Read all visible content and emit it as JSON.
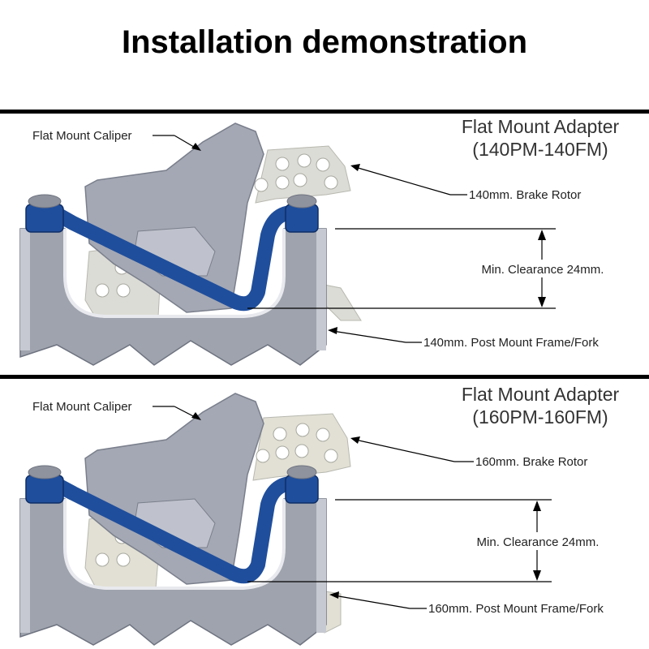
{
  "page_title": "Installation demonstration",
  "panels": [
    {
      "heading_line1": "Flat Mount Adapter",
      "heading_line2": "(140PM-140FM)",
      "caliper_label": "Flat Mount Caliper",
      "rotor_label": "140mm. Brake Rotor",
      "clearance_label": "Min. Clearance 24mm.",
      "frame_label": "140mm. Post Mount Frame/Fork"
    },
    {
      "heading_line1": "Flat Mount Adapter",
      "heading_line2": "(160PM-160FM)",
      "caliper_label": "Flat Mount Caliper",
      "rotor_label": "160mm. Brake Rotor",
      "clearance_label": "Min. Clearance 24mm.",
      "frame_label": "160mm. Post Mount Frame/Fork"
    }
  ],
  "colors": {
    "adapter_blue": "#1f4e9c",
    "frame_gray": "#9ea3ad",
    "caliper_gray": "#a4a8b4",
    "rotor_light": "#dcdcd6"
  }
}
